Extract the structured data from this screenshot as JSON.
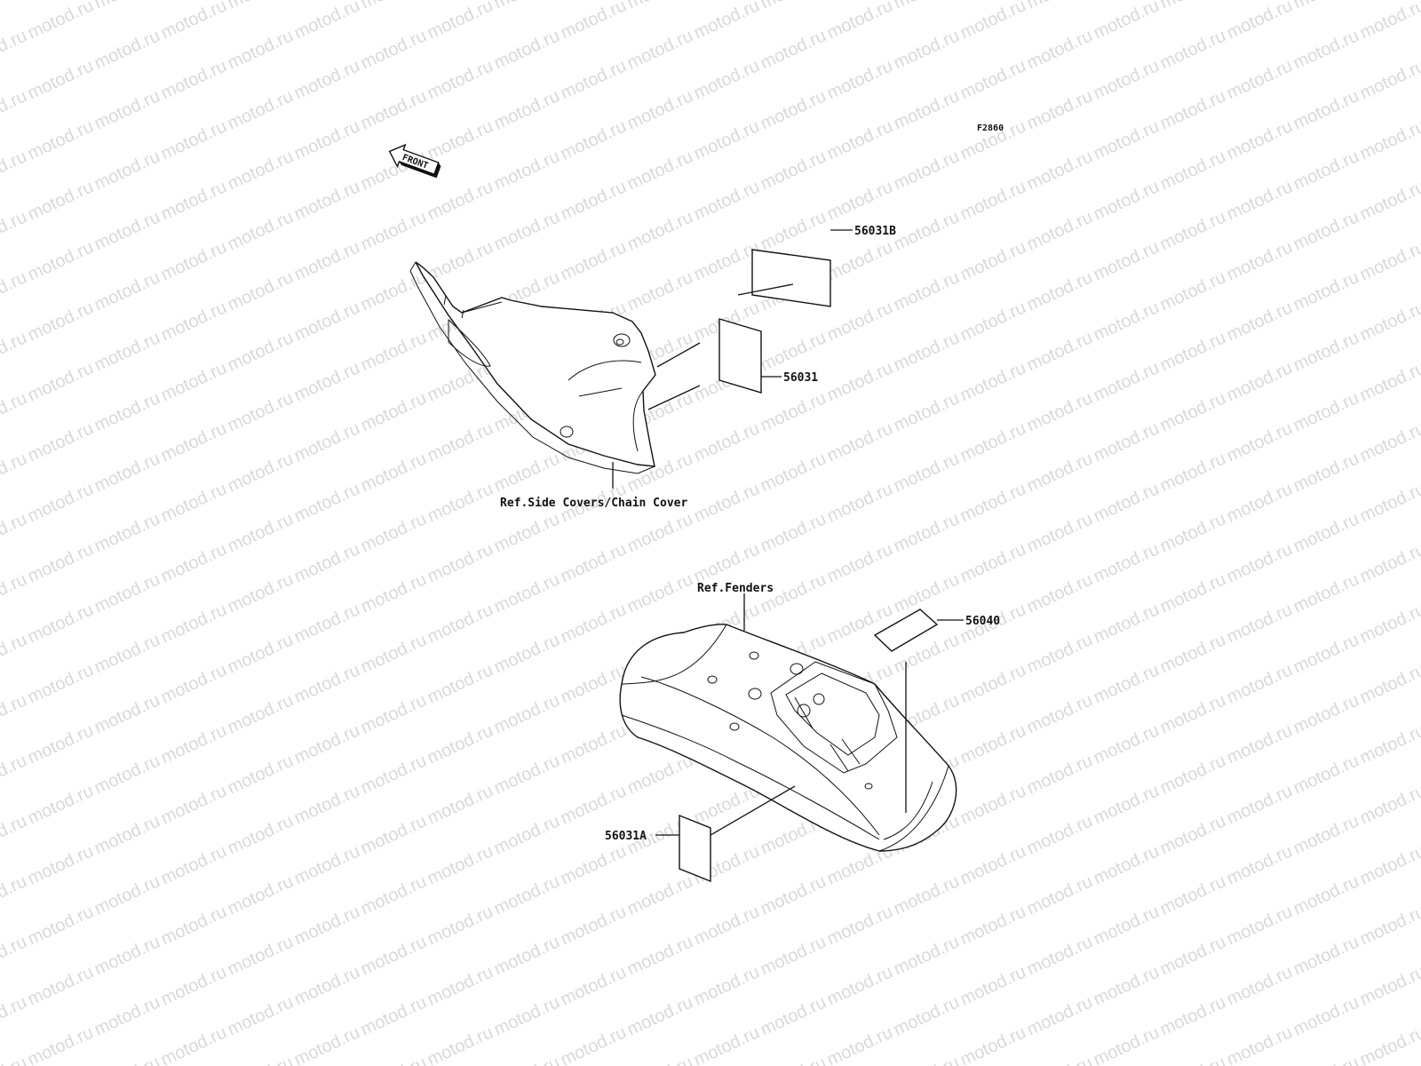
{
  "diagram": {
    "figure_code": "F2860",
    "front_arrow_label": "FRONT",
    "watermark_text": "motod.ru",
    "colors": {
      "line": "#111111",
      "watermark": "#d9d9d9",
      "background": "#ffffff"
    },
    "parts": [
      {
        "id": "p56031B",
        "number": "56031B"
      },
      {
        "id": "p56031",
        "number": "56031"
      },
      {
        "id": "p56040",
        "number": "56040"
      },
      {
        "id": "p56031A",
        "number": "56031A"
      }
    ],
    "references": [
      {
        "id": "ref-side",
        "text": "Ref.Side Covers/Chain Cover"
      },
      {
        "id": "ref-fenders",
        "text": "Ref.Fenders"
      }
    ]
  }
}
